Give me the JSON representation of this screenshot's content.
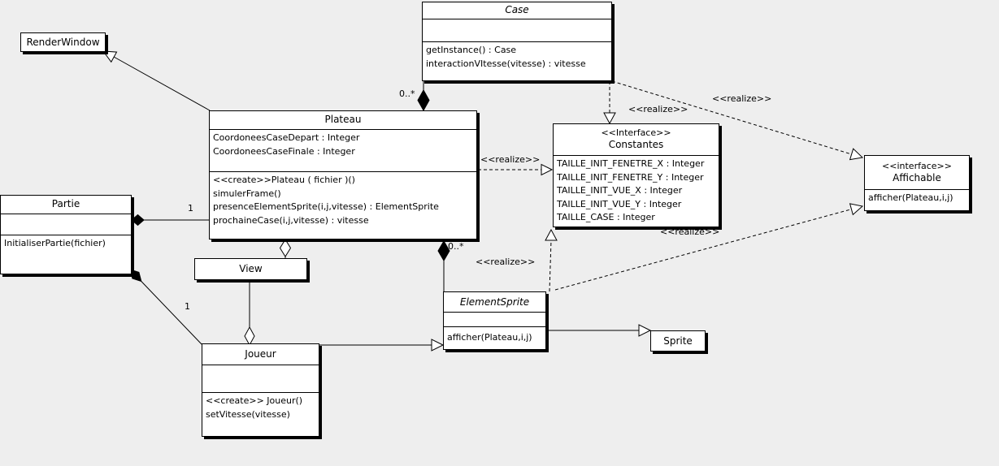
{
  "diagram": {
    "background": "#eeeeee",
    "box_fill": "#ffffff",
    "line_color": "#000000",
    "shadow_color": "#000000"
  },
  "classes": {
    "renderwindow": {
      "name": "RenderWindow",
      "attributes": [],
      "methods": []
    },
    "case": {
      "name": "Case",
      "abstract": true,
      "attributes": [],
      "methods": [
        "getInstance() : Case",
        "interactionVItesse(vitesse) : vitesse"
      ]
    },
    "plateau": {
      "name": "Plateau",
      "attributes": [
        "CoordoneesCaseDepart : Integer",
        "CoordoneesCaseFinale : Integer"
      ],
      "methods": [
        "<<create>>Plateau ( fichier )()",
        "simulerFrame()",
        "presenceElementSprite(i,j,vitesse) : ElementSprite",
        "prochaineCase(i,j,vitesse) : vitesse"
      ]
    },
    "partie": {
      "name": "Partie",
      "attributes": [],
      "methods": [
        "InitialiserPartie(fichier)"
      ]
    },
    "view": {
      "name": "View",
      "attributes": [],
      "methods": []
    },
    "joueur": {
      "name": "Joueur",
      "attributes": [],
      "methods": [
        "<<create>> Joueur()",
        "setVitesse(vitesse)"
      ]
    },
    "elementsprite": {
      "name": "ElementSprite",
      "abstract": true,
      "attributes": [],
      "methods": [
        "afficher(Plateau,i,j)"
      ]
    },
    "sprite": {
      "name": "Sprite",
      "attributes": [],
      "methods": []
    },
    "constantes": {
      "stereotype": "<<Interface>>",
      "name": "Constantes",
      "attributes": [
        "TAILLE_INIT_FENETRE_X : Integer",
        "TAILLE_INIT_FENETRE_Y : Integer",
        "TAILLE_INIT_VUE_X : Integer",
        "TAILLE_INIT_VUE_Y : Integer",
        "TAILLE_CASE : Integer"
      ],
      "methods": []
    },
    "affichable": {
      "stereotype": "<<interface>>",
      "name": "Affichable",
      "attributes": [],
      "methods": [
        "afficher(Plateau,i,j)"
      ]
    }
  },
  "edge_labels": {
    "realize_case_constantes": "<<realize>>",
    "realize_case_affichable": "<<realize>>",
    "realize_plateau_constantes": "<<realize>>",
    "realize_elementsprite_constantes": "<<realize>>",
    "realize_elementsprite_affichable": "<<realize>>",
    "mult_plateau_case": "0..*",
    "mult_plateau_elementsprite": "0..*",
    "mult_partie_plateau": "1",
    "mult_partie_joueur": "1"
  },
  "relationships": [
    {
      "from": "Plateau",
      "to": "RenderWindow",
      "type": "generalization"
    },
    {
      "from": "Joueur",
      "to": "ElementSprite",
      "type": "generalization"
    },
    {
      "from": "ElementSprite",
      "to": "Sprite",
      "type": "generalization"
    },
    {
      "from": "Partie",
      "to": "Plateau",
      "type": "composition",
      "multiplicity": "1"
    },
    {
      "from": "Partie",
      "to": "Joueur",
      "type": "composition",
      "multiplicity": "1"
    },
    {
      "from": "Plateau",
      "to": "Case",
      "type": "composition",
      "multiplicity": "0..*"
    },
    {
      "from": "Plateau",
      "to": "ElementSprite",
      "type": "composition",
      "multiplicity": "0..*"
    },
    {
      "from": "Plateau",
      "to": "View",
      "type": "aggregation"
    },
    {
      "from": "Joueur",
      "to": "View",
      "type": "aggregation"
    },
    {
      "from": "Case",
      "to": "Constantes",
      "type": "realize"
    },
    {
      "from": "Case",
      "to": "Affichable",
      "type": "realize"
    },
    {
      "from": "Plateau",
      "to": "Constantes",
      "type": "realize"
    },
    {
      "from": "ElementSprite",
      "to": "Constantes",
      "type": "realize"
    },
    {
      "from": "ElementSprite",
      "to": "Affichable",
      "type": "realize"
    }
  ]
}
